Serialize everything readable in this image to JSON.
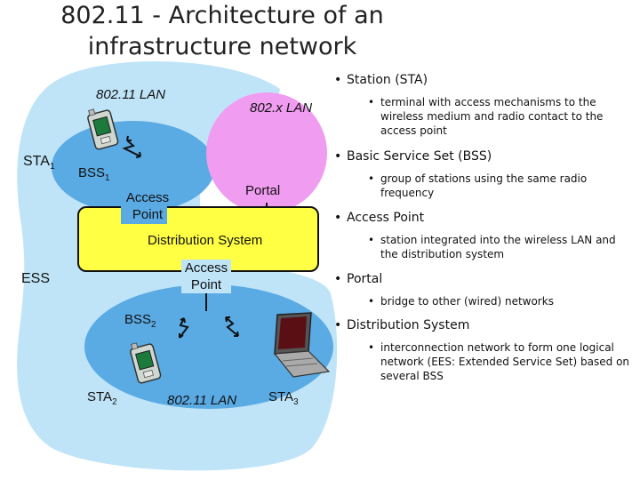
{
  "title": {
    "line1": "802.11 - Architecture of an",
    "line2": "infrastructure network"
  },
  "diagram": {
    "lan_top": "802.11 LAN",
    "lan_x": "802.x LAN",
    "sta1": "STA",
    "sta1_sub": "1",
    "bss1": "BSS",
    "bss1_sub": "1",
    "access_point_1": {
      "line1": "Access",
      "line2": "Point"
    },
    "portal": "Portal",
    "distribution_system": "Distribution System",
    "ess": "ESS",
    "access_point_2": {
      "line1": "Access",
      "line2": "Point"
    },
    "bss2": "BSS",
    "bss2_sub": "2",
    "sta2": "STA",
    "sta2_sub": "2",
    "lan_bottom": "802.11 LAN",
    "sta3": "STA",
    "sta3_sub": "3"
  },
  "bullets": [
    {
      "term": "Station (STA)",
      "detail": "terminal with access mechanisms to the wireless medium and radio contact to the access point"
    },
    {
      "term": "Basic Service Set (BSS)",
      "detail": "group of stations using the same radio frequency"
    },
    {
      "term": "Access Point",
      "detail": "station integrated into the wireless LAN and the distribution system"
    },
    {
      "term": "Portal",
      "detail": "bridge to other (wired) networks"
    },
    {
      "term": "Distribution System",
      "detail": "interconnection network to form one logical network (EES: Extended Service Set) based on several BSS"
    }
  ],
  "colors": {
    "wireless_area": "#bfe4f8",
    "bss_area": "#5aaae4",
    "wired_lan": "#f09cf0",
    "distribution_system": "#ffff44"
  }
}
